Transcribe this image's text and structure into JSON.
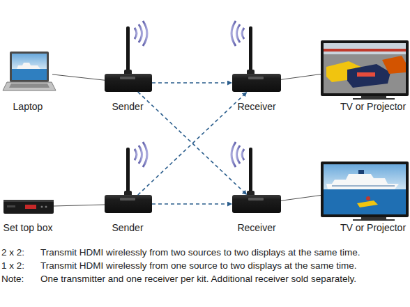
{
  "diagram": {
    "nodes": [
      {
        "text": [
          "Laptop"
        ]
      },
      {
        "text": [
          "Sender"
        ]
      },
      {
        "text": [
          "Receiver"
        ]
      },
      {
        "text": [
          "TV or Projector"
        ]
      },
      {
        "text": [
          "Set top box"
        ]
      },
      {
        "text": [
          "Sender"
        ]
      },
      {
        "text": [
          "Receiver"
        ]
      },
      {
        "text": [
          "TV or Projector"
        ]
      }
    ],
    "edges": [
      {
        "from": 0,
        "to": 1,
        "arrow": "none"
      },
      {
        "from": 1,
        "to": 2,
        "arrow": "to"
      },
      {
        "from": 1,
        "to": 6,
        "arrow": "to"
      },
      {
        "from": 5,
        "to": 2,
        "arrow": "to"
      },
      {
        "from": 5,
        "to": 6,
        "arrow": "to"
      },
      {
        "from": 2,
        "to": 3,
        "arrow": "none"
      },
      {
        "from": 4,
        "to": 5,
        "arrow": "none"
      },
      {
        "from": 6,
        "to": 7,
        "arrow": "none"
      }
    ],
    "labels": [
      "2 x 2:",
      "Transmit HDMI wirelessly from two sources to two displays at the same time.",
      "1 x 2:",
      "Transmit HDMI wirelessly from one source to two displays at the same time.",
      "Note:",
      "One transmitter and one receiver per kit. Additional receiver sold separately."
    ]
  }
}
